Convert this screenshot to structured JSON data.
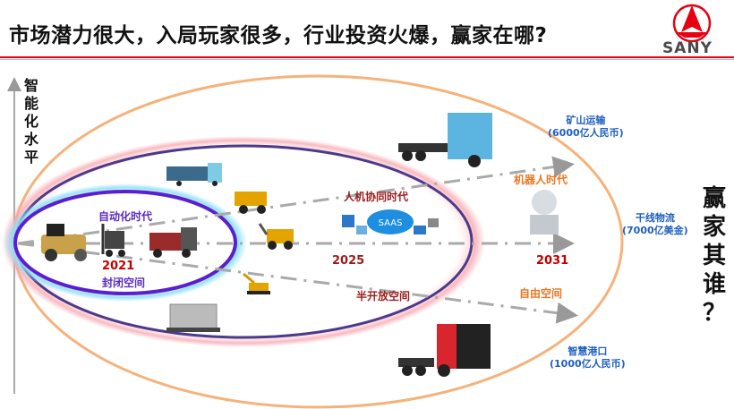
{
  "header": {
    "title": "市场潜力很大，入局玩家很多，行业投资火爆，赢家在哪?",
    "logo_text": "SANY",
    "accent_color": "#e60012"
  },
  "axis": {
    "y_label": [
      "智",
      "能",
      "化",
      "水",
      "平"
    ]
  },
  "eras": {
    "automation": {
      "label": "自动化时代",
      "year": "2021",
      "space": "封闭空间",
      "color": "#5b2bbf"
    },
    "human_machine": {
      "label": "人机协同时代",
      "year": "2025",
      "space": "半开放空间",
      "color": "#9b1c1c"
    },
    "robot": {
      "label": "机器人时代",
      "year": "2031",
      "space": "自由空间",
      "color": "#e87722"
    }
  },
  "markets": {
    "mining": {
      "name": "矿山运输",
      "size": "(6000亿人民币)"
    },
    "trunk": {
      "name": "干线物流",
      "size": "(7000亿美金)"
    },
    "port": {
      "name": "智慧港口",
      "size": "(1000亿人民币)"
    }
  },
  "saas_label": "SAAS",
  "winner": [
    "赢",
    "家",
    "其",
    "谁",
    "？"
  ],
  "colors": {
    "market_text": "#1f5fbf",
    "year_text": "#c00000",
    "outer_ellipse": "#f5b27a",
    "middle_ellipse": "#4b3a8c",
    "inner_ellipse": "#5a1fd0"
  }
}
